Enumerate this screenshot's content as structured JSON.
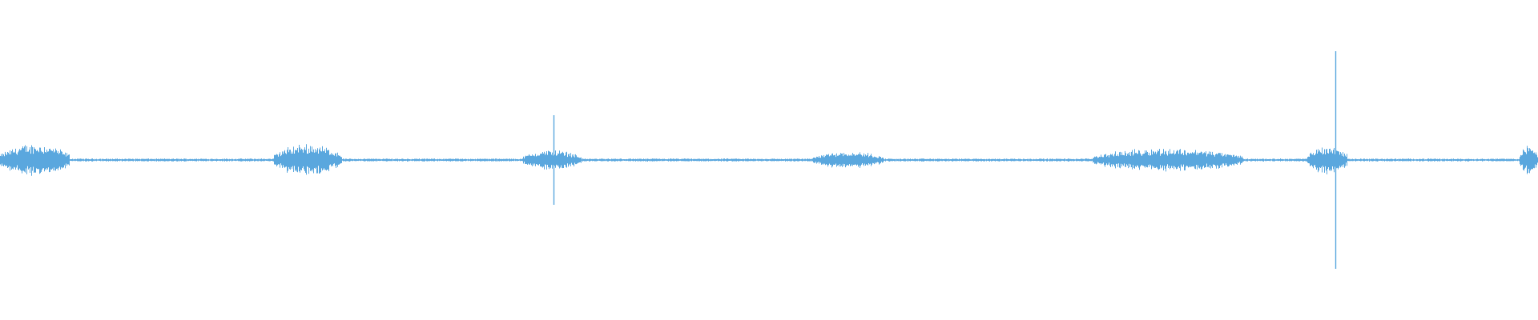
{
  "waveform": {
    "color": "#5aa7de",
    "background": "#ffffff",
    "baseline_level": 0.01,
    "bursts": [
      {
        "start": 0.0,
        "end": 0.045,
        "peak": 0.11
      },
      {
        "start": 0.178,
        "end": 0.222,
        "peak": 0.11
      },
      {
        "start": 0.34,
        "end": 0.378,
        "peak": 0.07
      },
      {
        "start": 0.528,
        "end": 0.574,
        "peak": 0.06
      },
      {
        "start": 0.71,
        "end": 0.808,
        "peak": 0.08
      },
      {
        "start": 0.85,
        "end": 0.876,
        "peak": 0.1
      },
      {
        "start": 0.988,
        "end": 1.0,
        "peak": 0.1
      }
    ],
    "spikes": [
      {
        "position": 0.36,
        "amplitude": 0.28
      },
      {
        "position": 0.868,
        "amplitude": 0.68
      }
    ]
  }
}
